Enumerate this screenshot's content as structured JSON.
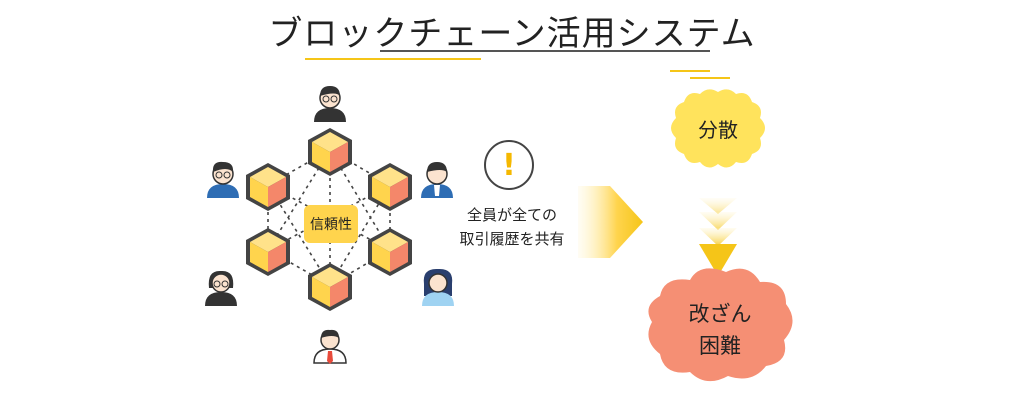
{
  "title": "ブロックチェーン活用システム",
  "center_label": "信頼性",
  "share_text": {
    "line1": "全員が全ての",
    "line2": "取引履歴を共有"
  },
  "result_top": "分散",
  "result_bottom": {
    "line1": "改ざん",
    "line2": "困難"
  },
  "colors": {
    "yellow": "#FFD44D",
    "cube_right": "#F4876A",
    "coral": "#F58F74",
    "accent": "#F5C518",
    "dark": "#333333"
  },
  "icons": {
    "warning": "exclamation-icon",
    "arrow": "chevron-right-arrow-icon",
    "down_arrow": "chevron-down-arrow-icon",
    "person": "person-icon",
    "cube": "cube-icon"
  }
}
